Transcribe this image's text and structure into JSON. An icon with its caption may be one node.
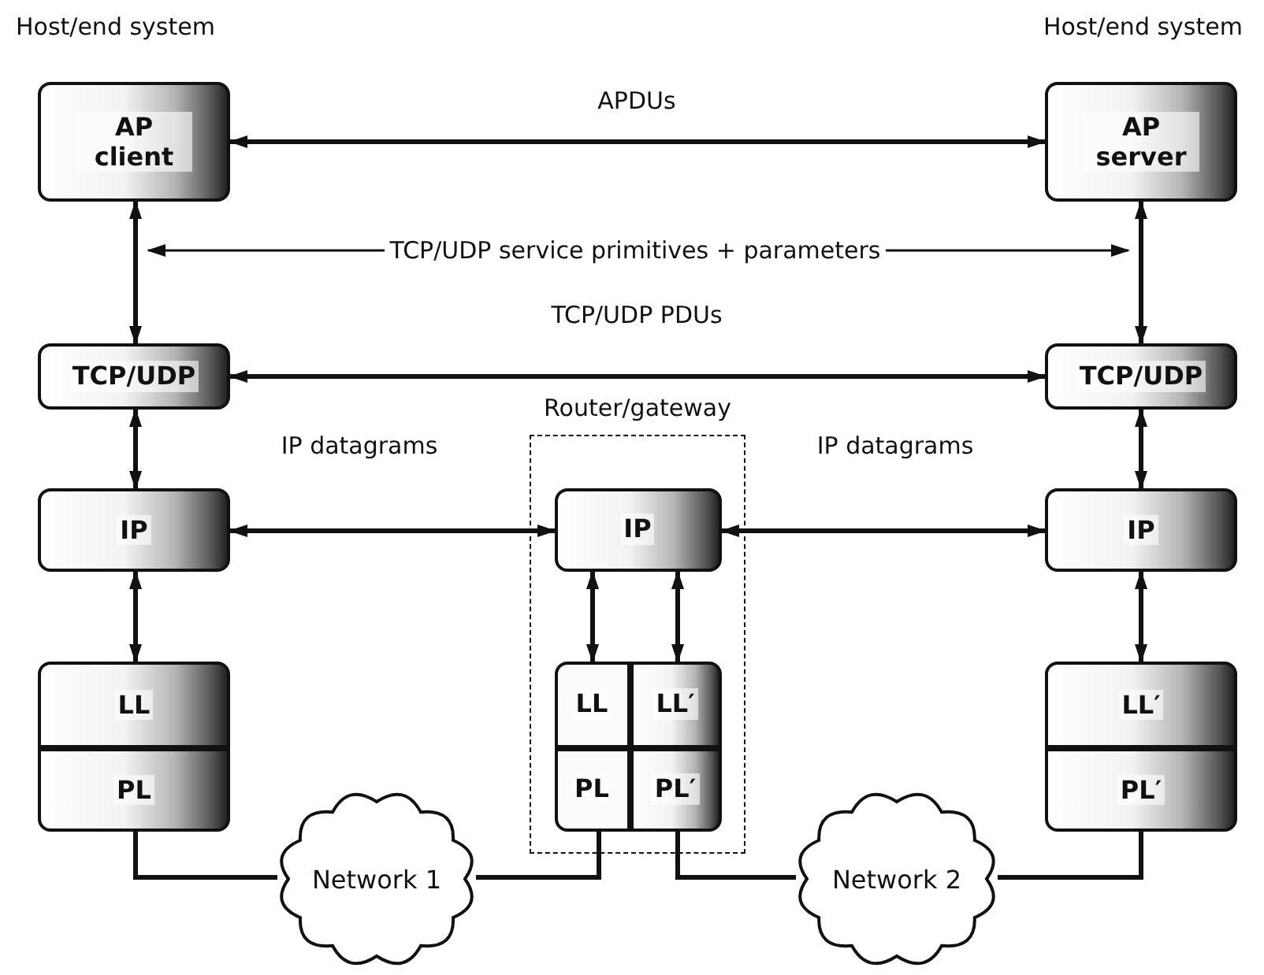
{
  "diagram": {
    "nodes": [
      {
        "text": [
          "AP client"
        ]
      },
      {
        "text": [
          "TCP/UDP"
        ]
      },
      {
        "text": [
          "IP"
        ]
      },
      {
        "text": [
          "LL"
        ]
      },
      {
        "text": [
          "PL"
        ]
      },
      {
        "text": [
          "Router/gateway"
        ]
      },
      {
        "text": [
          "IP"
        ],
        "in": 5
      },
      {
        "text": [
          "LL"
        ],
        "in": 5
      },
      {
        "text": [
          "PL"
        ],
        "in": 5
      },
      {
        "text": [
          "LL′"
        ],
        "in": 5
      },
      {
        "text": [
          "PL′"
        ],
        "in": 5
      },
      {
        "text": [
          "AP server"
        ]
      },
      {
        "text": [
          "TCP/UDP"
        ]
      },
      {
        "text": [
          "IP"
        ]
      },
      {
        "text": [
          "LL′"
        ]
      },
      {
        "text": [
          "PL′"
        ]
      },
      {
        "text": [
          "Network 1"
        ]
      },
      {
        "text": [
          "Network 2"
        ]
      },
      {
        "text": [
          "TCP/UDP service primitives + parameters"
        ]
      }
    ],
    "edges": [
      {
        "from": 0,
        "to": 11,
        "arrow": "both",
        "label": "APDUs"
      },
      {
        "from": 0,
        "to": 1,
        "arrow": "both"
      },
      {
        "from": 11,
        "to": 12,
        "arrow": "both"
      },
      {
        "from": 1,
        "to": 12,
        "arrow": "both",
        "label": "TCP/UDP PDUs"
      },
      {
        "from": 1,
        "to": 2,
        "arrow": "both"
      },
      {
        "from": 12,
        "to": 13,
        "arrow": "both"
      },
      {
        "from": 2,
        "to": 6,
        "arrow": "both",
        "label": "IP datagrams"
      },
      {
        "from": 6,
        "to": 13,
        "arrow": "both",
        "label": "IP datagrams"
      },
      {
        "from": 2,
        "to": 3,
        "arrow": "both"
      },
      {
        "from": 6,
        "to": 7,
        "arrow": "both"
      },
      {
        "from": 6,
        "to": 9,
        "arrow": "both"
      },
      {
        "from": 13,
        "to": 14,
        "arrow": "both"
      },
      {
        "from": 4,
        "to": 16,
        "arrow": "none"
      },
      {
        "from": 16,
        "to": 8,
        "arrow": "none"
      },
      {
        "from": 10,
        "to": 17,
        "arrow": "none"
      },
      {
        "from": 17,
        "to": 15,
        "arrow": "none"
      },
      {
        "from": 18,
        "to": null,
        "arrow": "to"
      },
      {
        "from": 18,
        "to": null,
        "arrow": "to"
      }
    ],
    "labels": [
      "Host/end system",
      "Host/end system"
    ]
  }
}
